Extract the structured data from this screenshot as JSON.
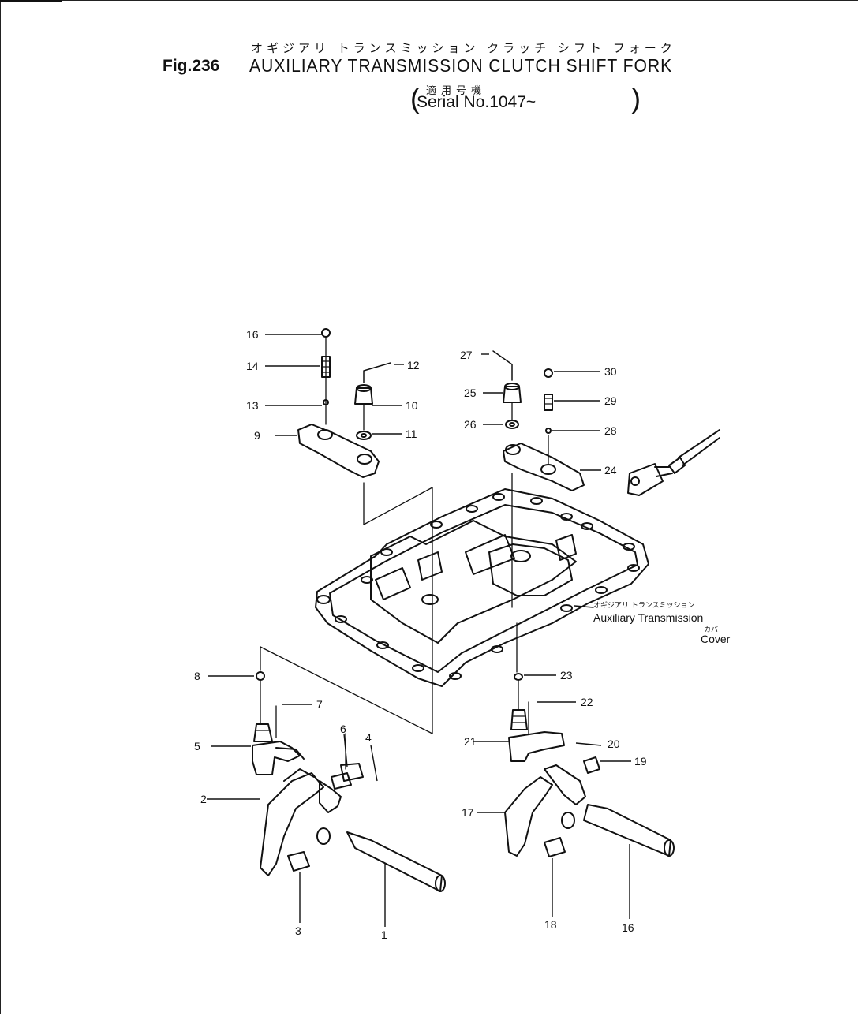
{
  "title": {
    "fig_number": "Fig.236",
    "japanese": "オギジアリ トランスミッション クラッチ シフト フォーク",
    "english": "AUXILIARY TRANSMISSION CLUTCH SHIFT FORK",
    "serial_japanese": "適用号機",
    "serial": "Serial No.1047~"
  },
  "callouts": [
    "16",
    "14",
    "13",
    "9",
    "12",
    "10",
    "11",
    "27",
    "25",
    "26",
    "30",
    "29",
    "28",
    "24",
    "8",
    "7",
    "6",
    "4",
    "5",
    "2",
    "3",
    "1",
    "23",
    "22",
    "21",
    "20",
    "19",
    "17",
    "18",
    "16"
  ],
  "cover_note": {
    "japanese_line1": "オギジアリ トランスミッション",
    "english_line1": "Auxiliary Transmission",
    "japanese_line2": "カバー",
    "english_line2": "Cover"
  }
}
